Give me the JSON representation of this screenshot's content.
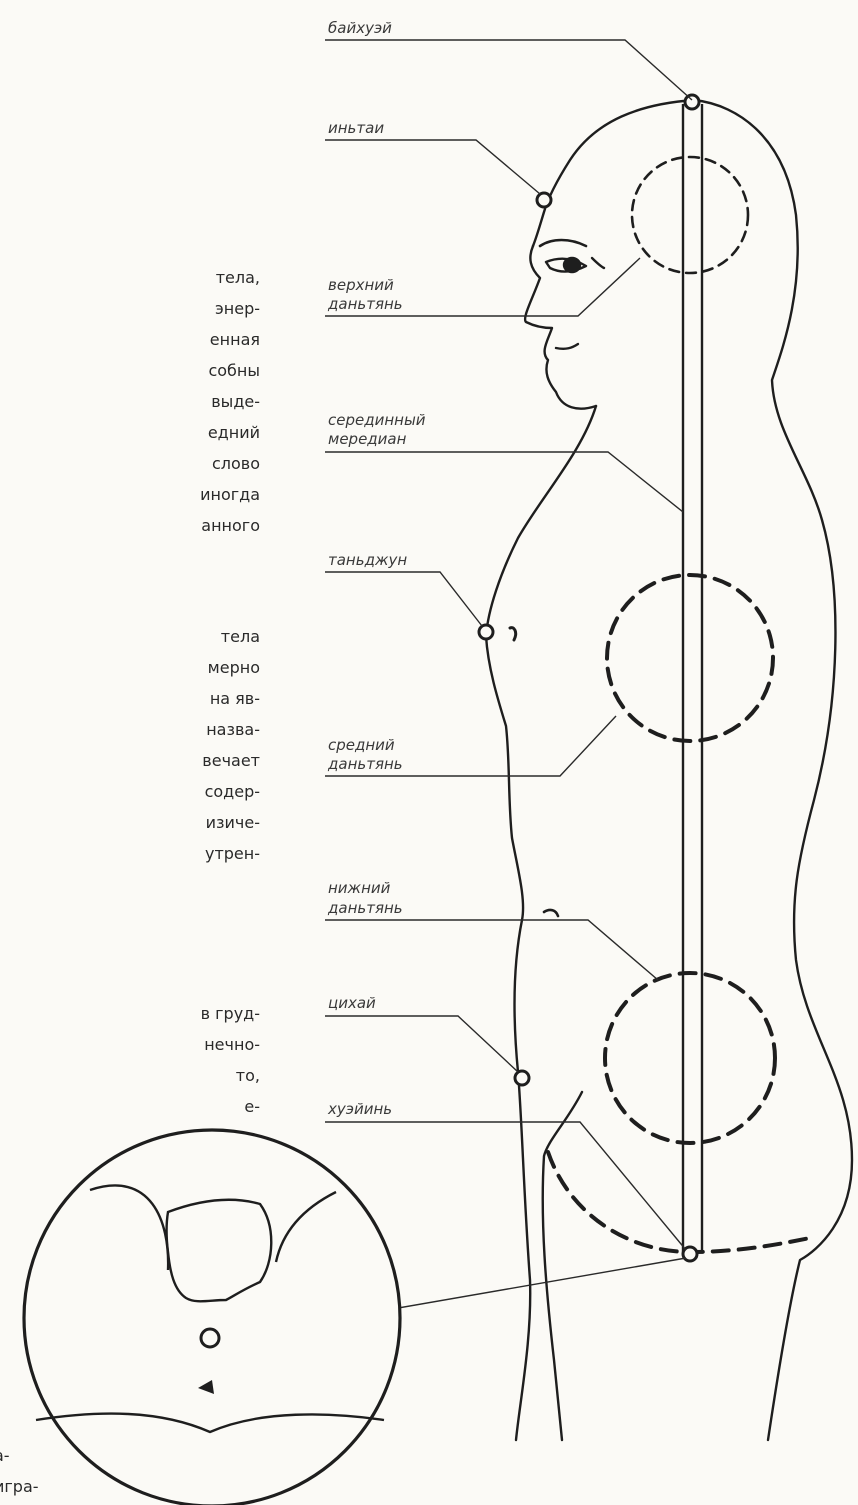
{
  "labels": {
    "baihuei": "байхуэй",
    "intang": "иньтаи",
    "upper_dantian": [
      "верхний",
      "даньтянь"
    ],
    "central_meridian": [
      "серединный",
      "мередиан"
    ],
    "tanzhong": "таньджун",
    "middle_dantian": [
      "средний",
      "даньтянь"
    ],
    "lower_dantian": [
      "нижний",
      "даньтянь"
    ],
    "qihai": "цихай",
    "huiyin": "хуэйинь"
  },
  "side_text": {
    "block1": [
      "тела,",
      "энер-",
      "енная",
      "собны",
      "выде-",
      "едний",
      "слово",
      "иногда",
      "анного"
    ],
    "block2": [
      "тела",
      "мерно",
      "на яв-",
      "назва-",
      "вечает",
      "содер-",
      "изиче-",
      "утрен-"
    ],
    "block3": [
      "в груд-",
      "нечно-",
      "то,",
      "е-"
    ],
    "block4": [
      "а-",
      "игра-"
    ]
  },
  "colors": {
    "ink": "#1e1e1e",
    "paper": "#fbfaf6"
  }
}
